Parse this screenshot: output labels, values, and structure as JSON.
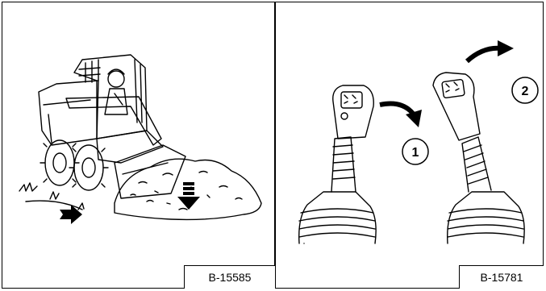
{
  "figures": [
    {
      "id": "left",
      "reference": "B-15585",
      "icons": [
        "skid-steer-loader",
        "operator",
        "dirt-pile",
        "down-arrow",
        "forward-arrow"
      ]
    },
    {
      "id": "right",
      "reference": "B-15781",
      "callouts": [
        "1",
        "2"
      ],
      "icons": [
        "joystick-handle",
        "rotate-arrow"
      ]
    }
  ]
}
